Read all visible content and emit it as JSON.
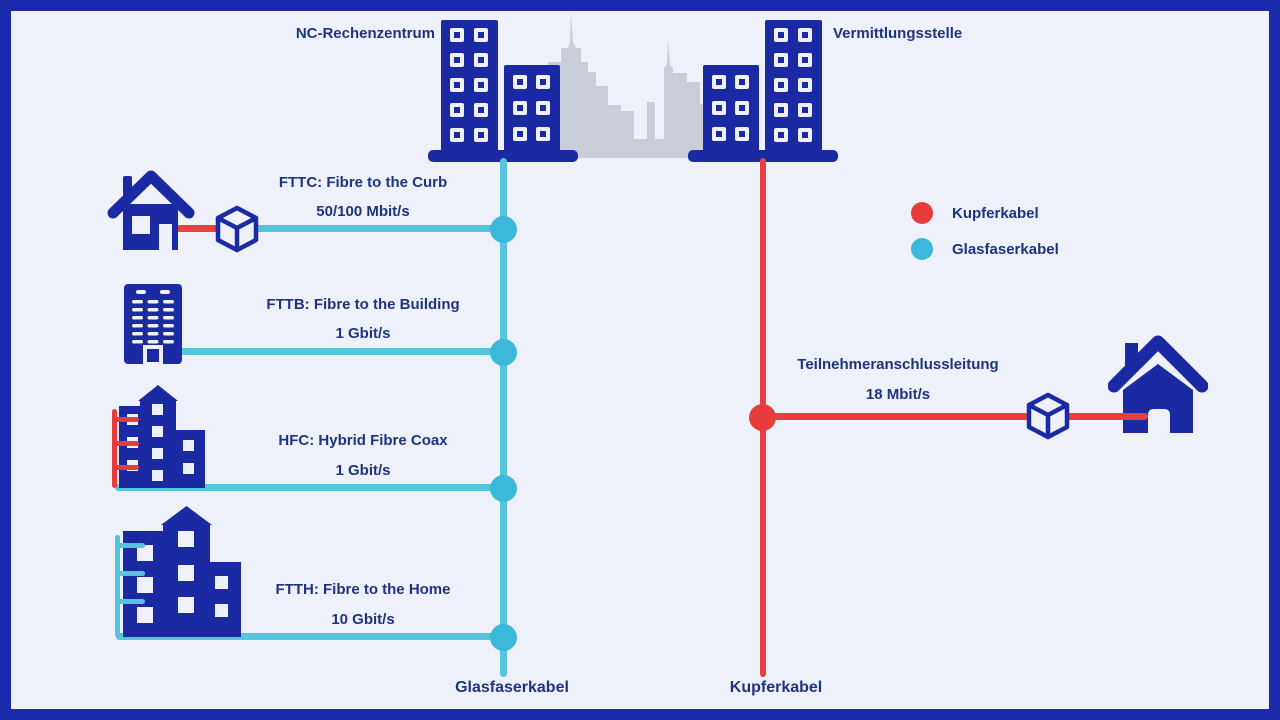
{
  "palette": {
    "frame_blue": "#1a2aab",
    "background": "#eef1f9",
    "icon_blue": "#1b2aa3",
    "text_navy": "#1e3482",
    "copper_red": "#e83c3c",
    "fiber_cyan_line": "#57c4de",
    "fiber_cyan_dot": "#3cb9da",
    "skyline_gray": "#c9cdd8"
  },
  "buildings": {
    "left_label": "NC-Rechenzentrum",
    "right_label": "Vermittlungsstelle"
  },
  "access_types": [
    {
      "title": "FTTC: Fibre to the Curb",
      "speed": "50/100 Mbit/s"
    },
    {
      "title": "FTTB: Fibre to the Building",
      "speed": "1 Gbit/s"
    },
    {
      "title": "HFC: Hybrid Fibre Coax",
      "speed": "1 Gbit/s"
    },
    {
      "title": "FTTH: Fibre to the Home",
      "speed": "10 Gbit/s"
    }
  ],
  "legend": [
    {
      "label": "Kupferkabel",
      "color": "#e83c3c"
    },
    {
      "label": "Glasfaserkabel",
      "color": "#3cb9da"
    }
  ],
  "subscriber_line": {
    "title": "Teilnehmeranschlussleitung",
    "speed": "18 Mbit/s"
  },
  "trunk_labels": {
    "fiber": "Glasfaserkabel",
    "copper": "Kupferkabel"
  }
}
